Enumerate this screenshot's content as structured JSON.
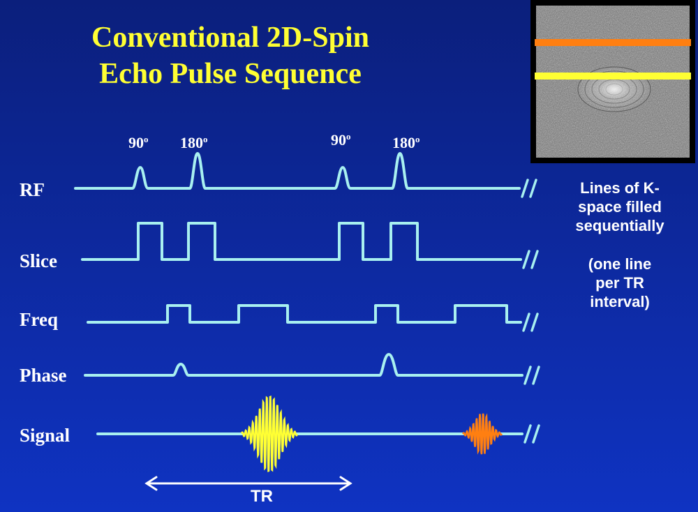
{
  "title": {
    "line1": "Conventional 2D-Spin",
    "line2": "Echo Pulse Sequence"
  },
  "rows": {
    "rf": "RF",
    "slice": "Slice",
    "freq": "Freq",
    "phase": "Phase",
    "signal": "Signal"
  },
  "pulses": {
    "p1": "90",
    "p2": "180",
    "p3": "90",
    "p4": "180",
    "degree_mark": "o"
  },
  "side_note": {
    "line1": "Lines of K-",
    "line2": "space filled",
    "line3": "sequentially",
    "line4": "(one line",
    "line5": "per TR",
    "line6": "interval)"
  },
  "tr_label": "TR",
  "colors": {
    "background_top": "#0b1f7c",
    "background_bottom": "#0f33c2",
    "trace": "#a8f0f0",
    "title": "#ffff33",
    "echo_1": "#ffff33",
    "echo_2": "#ff7f11",
    "kspace_line_1": "#ff7f11",
    "kspace_line_2": "#ffff33"
  },
  "break_mark": "//"
}
